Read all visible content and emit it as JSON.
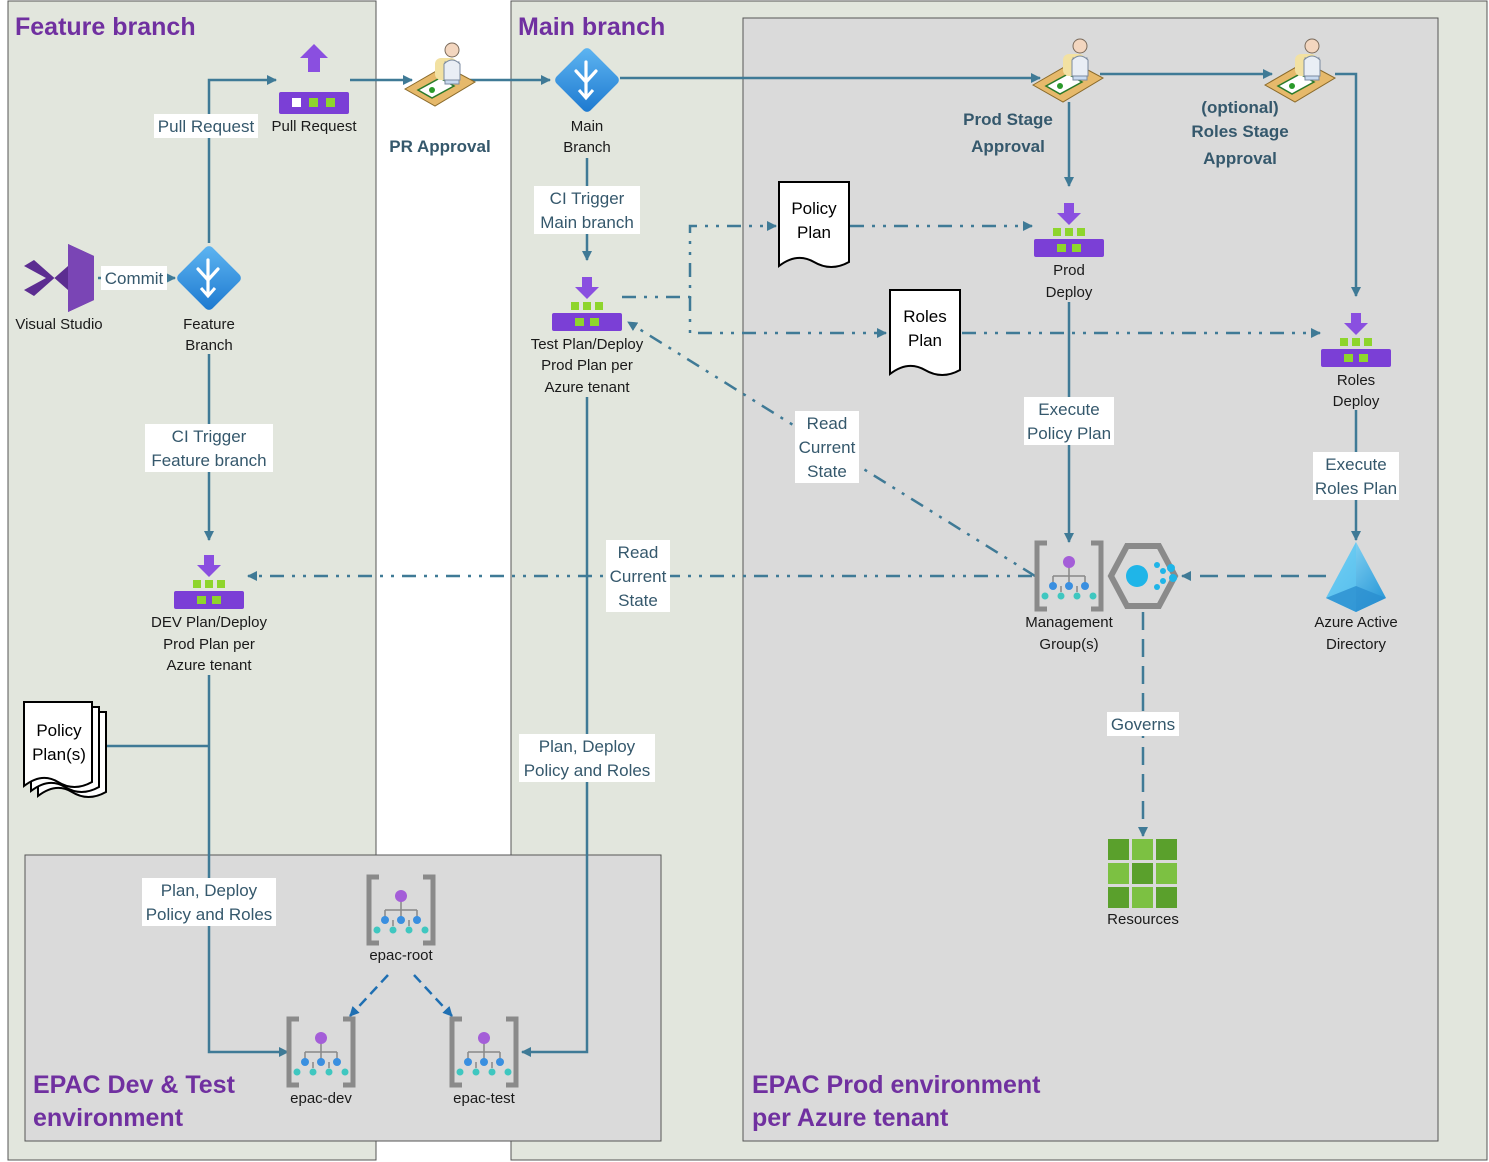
{
  "colors": {
    "panel_green": "#e2e6dd",
    "panel_gray": "#dadada",
    "flow_line": "#3f7a96",
    "title_purple": "#7030a0",
    "pipeline_purple": "#7b3fd6",
    "pipeline_green": "#8ed52c",
    "git_blue": "#3aa3e8",
    "resources_green": "#5aa02c",
    "vs_purple": "#5c2d91"
  },
  "panels": {
    "feature": "Feature branch",
    "main": "Main branch",
    "dev_test": [
      "EPAC Dev & Test",
      "environment"
    ],
    "prod": [
      "EPAC Prod environment",
      "per Azure tenant"
    ]
  },
  "nodes": {
    "visual_studio": "Visual Studio",
    "feature_branch": [
      "Feature",
      "Branch"
    ],
    "pull_request": "Pull Request",
    "main_branch": [
      "Main",
      "Branch"
    ],
    "dev_plan": [
      "DEV Plan/Deploy",
      "Prod Plan per",
      "Azure tenant"
    ],
    "test_plan": [
      "Test Plan/Deploy",
      "Prod Plan per",
      "Azure tenant"
    ],
    "prod_deploy": [
      "Prod",
      "Deploy"
    ],
    "roles_deploy": [
      "Roles",
      "Deploy"
    ],
    "management_groups": [
      "Management",
      "Group(s)"
    ],
    "azure_ad": [
      "Azure Active",
      "Directory"
    ],
    "resources": "Resources",
    "epac_root": "epac-root",
    "epac_dev": "epac-dev",
    "epac_test": "epac-test"
  },
  "documents": {
    "policy_plans": [
      "Policy",
      "Plan(s)"
    ],
    "policy_plan": [
      "Policy",
      "Plan"
    ],
    "roles_plan": [
      "Roles",
      "Plan"
    ]
  },
  "approvals": {
    "pr": "PR Approval",
    "prod_stage": [
      "Prod Stage",
      "Approval"
    ],
    "roles_stage": [
      "(optional)",
      "Roles Stage",
      "Approval"
    ]
  },
  "edges": {
    "commit": "Commit",
    "pull_request": "Pull Request",
    "ci_feature": [
      "CI Trigger",
      "Feature branch"
    ],
    "ci_main": [
      "CI Trigger",
      "Main branch"
    ],
    "read_state_dev": [
      "Read",
      "Current",
      "State"
    ],
    "read_state_test": [
      "Read",
      "Current",
      "State"
    ],
    "execute_policy": [
      "Execute",
      "Policy Plan"
    ],
    "execute_roles": [
      "Execute",
      "Roles Plan"
    ],
    "governs": "Governs",
    "plan_deploy_main": [
      "Plan, Deploy",
      "Policy and Roles"
    ],
    "plan_deploy_dev": [
      "Plan, Deploy",
      "Policy and Roles"
    ]
  }
}
